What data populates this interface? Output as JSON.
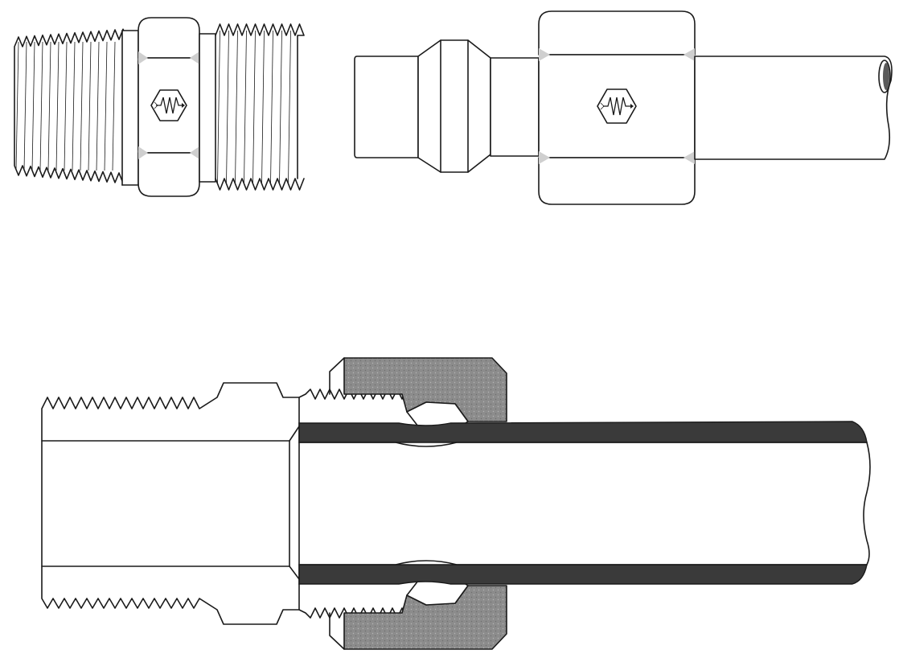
{
  "colors": {
    "ink": "#1a1a1a",
    "nut_section": "#8c8c8c",
    "tube_wall": "#3a3a3a",
    "stipple": "#bdbdbd",
    "background": "#ffffff"
  },
  "figures": [
    {
      "name": "male-connector-body-exterior",
      "icon": "hex-maker-logo-icon"
    },
    {
      "name": "nut-ferrule-tube-assembly-exterior",
      "icon": "hex-maker-logo-icon"
    },
    {
      "name": "assembled-fitting-cross-section"
    }
  ]
}
